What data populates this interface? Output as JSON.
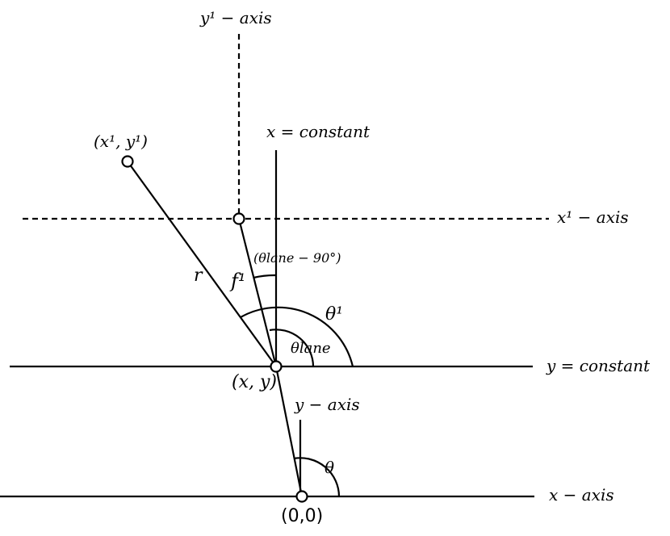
{
  "labels": {
    "y1_axis": "y¹ − axis",
    "x1_axis": "x¹ − axis",
    "x_constant": "x = constant",
    "y_constant": "y = constant",
    "point_x1y1": "(x¹, y¹)",
    "point_xy": "(x, y)",
    "origin": "(0,0)",
    "y_axis": "y − axis",
    "x_axis": "x − axis",
    "r": "r",
    "f1": "f¹",
    "theta_lane_minus_90": "(θlane − 90°)",
    "theta1": "θ¹",
    "theta_lane": "θlane",
    "theta": "θ"
  }
}
